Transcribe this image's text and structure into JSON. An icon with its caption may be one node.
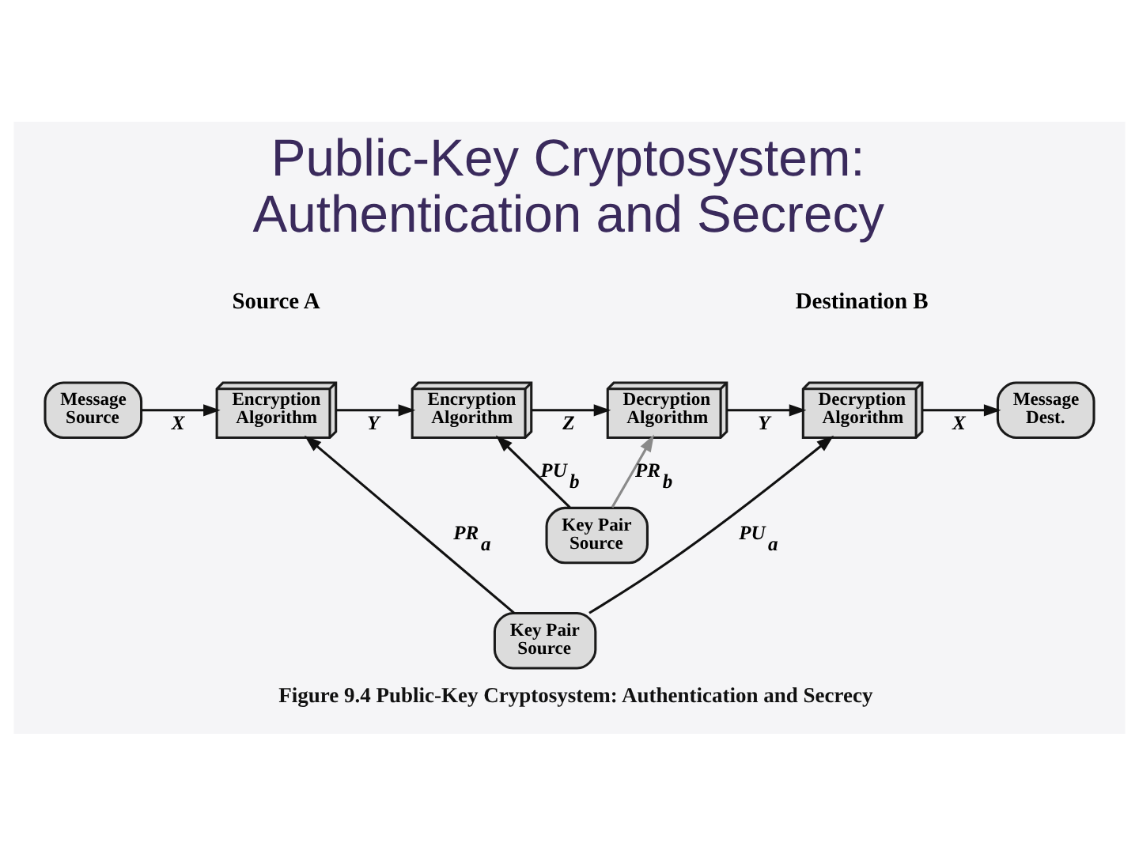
{
  "diagram": {
    "title": "Public-Key Cryptosystem: Authentication and Secrecy",
    "caption": "Figure 9.4 Public-Key Cryptosystem: Authentication and Secrecy",
    "nodes": [
      {
        "text": [
          "Message Source"
        ]
      },
      {
        "text": [
          "Encryption Algorithm"
        ]
      },
      {
        "text": [
          "Encryption Algorithm"
        ]
      },
      {
        "text": [
          "Decryption Algorithm"
        ]
      },
      {
        "text": [
          "Decryption Algorithm"
        ]
      },
      {
        "text": [
          "Message Dest."
        ]
      },
      {
        "text": [
          "Key Pair Source"
        ]
      },
      {
        "text": [
          "Key Pair Source"
        ]
      }
    ],
    "edges": [
      {
        "from": 0,
        "to": 1,
        "arrow": "to",
        "label": "X"
      },
      {
        "from": 1,
        "to": 2,
        "arrow": "to",
        "label": "Y"
      },
      {
        "from": 2,
        "to": 3,
        "arrow": "to",
        "label": "Z"
      },
      {
        "from": 3,
        "to": 4,
        "arrow": "to",
        "label": "Y"
      },
      {
        "from": 4,
        "to": 5,
        "arrow": "to",
        "label": "X"
      },
      {
        "from": 6,
        "to": 2,
        "arrow": "to",
        "label": "PU$_{b}$"
      },
      {
        "from": 6,
        "to": 3,
        "arrow": "to",
        "label": "PR$_{b}$",
        "color": "#8a8a8a"
      },
      {
        "from": 7,
        "to": 1,
        "arrow": "to",
        "label": "PR$_{a}$"
      },
      {
        "from": 7,
        "to": 4,
        "arrow": "to",
        "label": "PU$_{a}$"
      }
    ],
    "labels": [
      "Source A",
      "Destination B"
    ]
  }
}
